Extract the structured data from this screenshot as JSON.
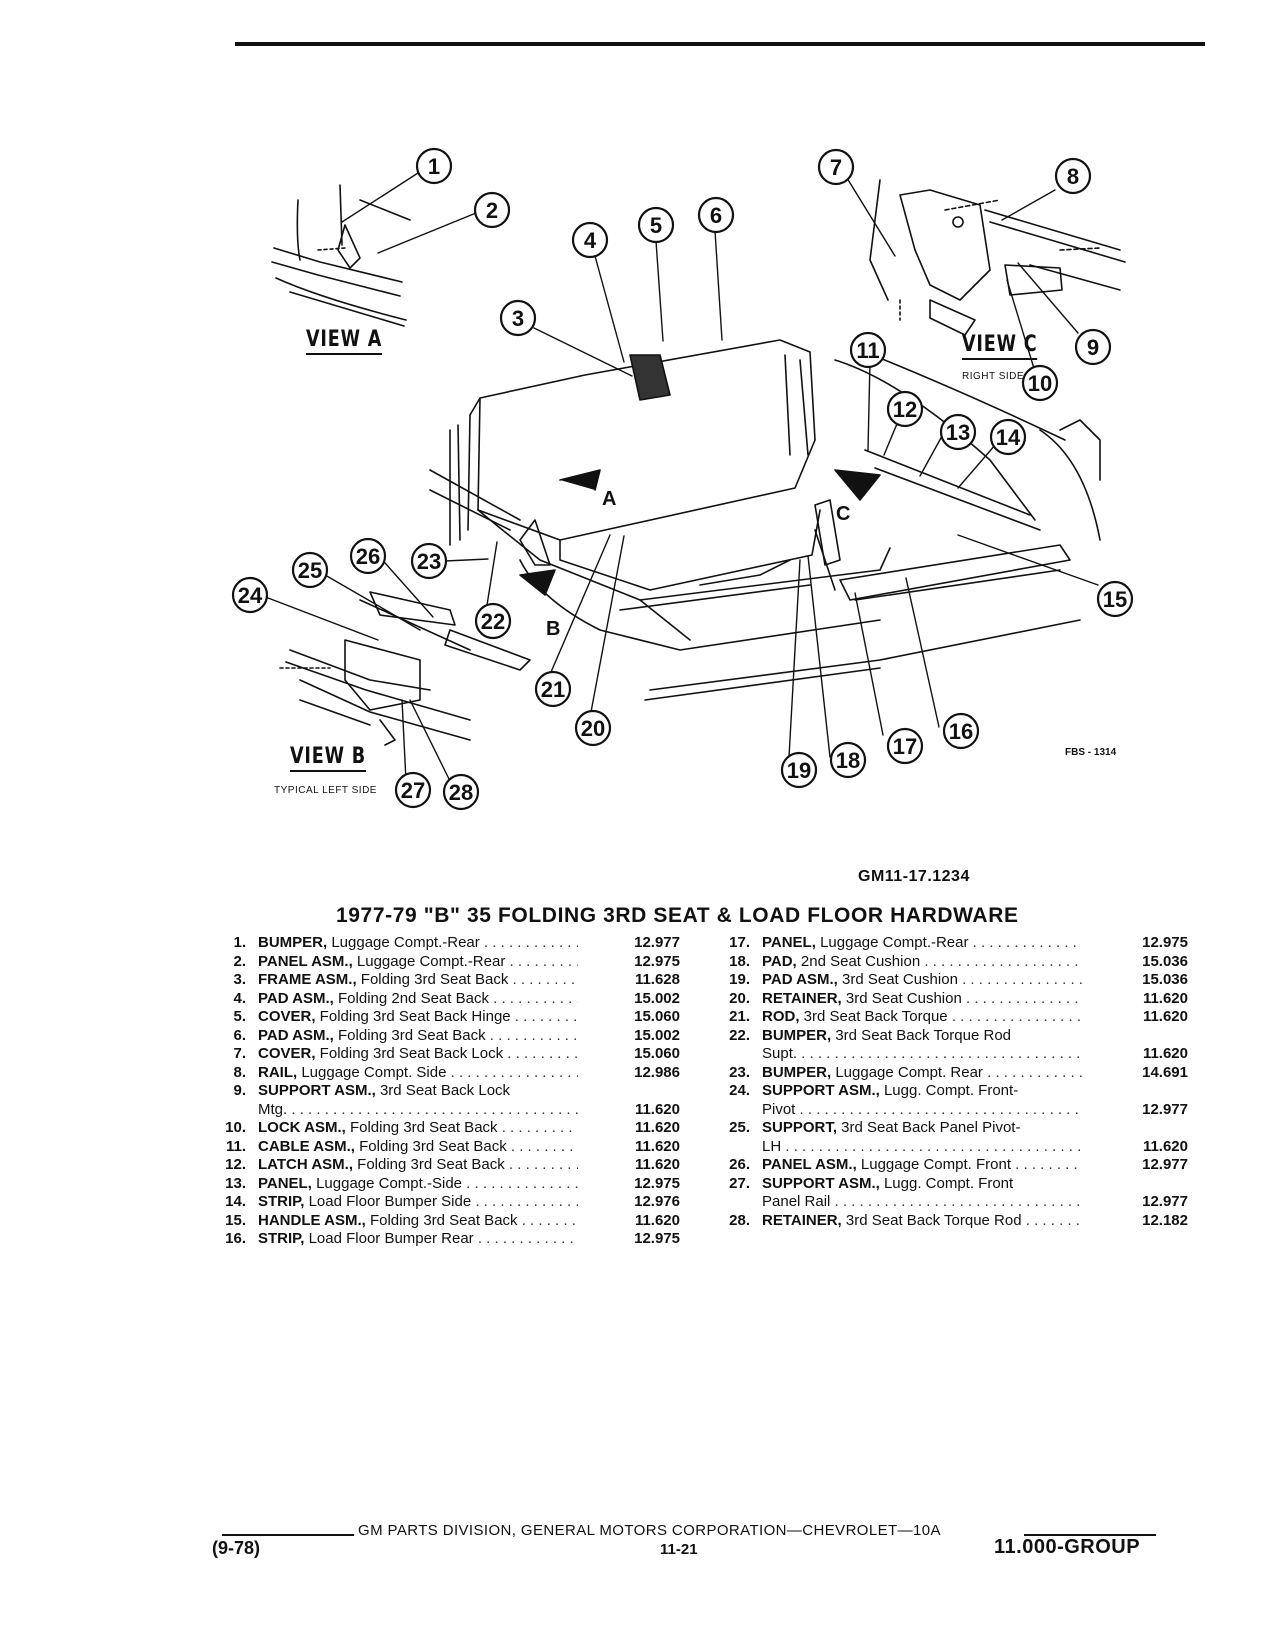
{
  "figure": {
    "views": [
      {
        "label": "VIEW A",
        "sub": ""
      },
      {
        "label": "VIEW B",
        "sub": "TYPICAL LEFT SIDE"
      },
      {
        "label": "VIEW C",
        "sub": "RIGHT SIDE"
      }
    ],
    "figure_code": "FBS - 1314",
    "callouts": [
      "1",
      "2",
      "3",
      "4",
      "5",
      "6",
      "7",
      "8",
      "9",
      "10",
      "11",
      "12",
      "13",
      "14",
      "15",
      "16",
      "17",
      "18",
      "19",
      "20",
      "21",
      "22",
      "23",
      "24",
      "25",
      "26",
      "27",
      "28"
    ],
    "arrow_letters": [
      "A",
      "B",
      "C"
    ]
  },
  "reference_code": "GM11-17.1234",
  "title": "1977-79 \"B\" 35 FOLDING 3RD SEAT & LOAD FLOOR HARDWARE",
  "parts_left": [
    {
      "num": "1.",
      "name": "BUMPER,",
      "desc": " Luggage Compt.-Rear",
      "ref": "12.977"
    },
    {
      "num": "2.",
      "name": "PANEL ASM.,",
      "desc": " Luggage Compt.-Rear",
      "ref": "12.975"
    },
    {
      "num": "3.",
      "name": "FRAME ASM.,",
      "desc": " Folding 3rd Seat Back",
      "ref": "11.628"
    },
    {
      "num": "4.",
      "name": "PAD ASM.,",
      "desc": " Folding 2nd Seat Back",
      "ref": "15.002"
    },
    {
      "num": "5.",
      "name": "COVER,",
      "desc": " Folding 3rd Seat Back Hinge",
      "ref": "15.060"
    },
    {
      "num": "6.",
      "name": "PAD ASM.,",
      "desc": " Folding 3rd Seat Back",
      "ref": "15.002"
    },
    {
      "num": "7.",
      "name": "COVER,",
      "desc": " Folding 3rd Seat Back Lock",
      "ref": "15.060"
    },
    {
      "num": "8.",
      "name": "RAIL,",
      "desc": " Luggage Compt. Side",
      "ref": "12.986"
    },
    {
      "num": "9.",
      "name": "SUPPORT ASM.,",
      "desc": " 3rd Seat Back Lock",
      "ref": ""
    },
    {
      "num": "",
      "name": "",
      "desc": "Mtg.",
      "ref": "11.620"
    },
    {
      "num": "10.",
      "name": "LOCK ASM.,",
      "desc": " Folding 3rd Seat Back",
      "ref": "11.620"
    },
    {
      "num": "11.",
      "name": "CABLE ASM.,",
      "desc": " Folding 3rd Seat Back",
      "ref": "11.620"
    },
    {
      "num": "12.",
      "name": "LATCH ASM.,",
      "desc": " Folding 3rd Seat Back",
      "ref": "11.620"
    },
    {
      "num": "13.",
      "name": "PANEL,",
      "desc": " Luggage Compt.-Side",
      "ref": "12.975"
    },
    {
      "num": "14.",
      "name": "STRIP,",
      "desc": " Load Floor Bumper Side",
      "ref": "12.976"
    },
    {
      "num": "15.",
      "name": "HANDLE ASM.,",
      "desc": " Folding 3rd Seat Back",
      "ref": "11.620"
    },
    {
      "num": "16.",
      "name": "STRIP,",
      "desc": " Load Floor Bumper Rear",
      "ref": "12.975"
    }
  ],
  "parts_right": [
    {
      "num": "17.",
      "name": "PANEL,",
      "desc": " Luggage Compt.-Rear",
      "ref": "12.975"
    },
    {
      "num": "18.",
      "name": "PAD,",
      "desc": " 2nd Seat Cushion",
      "ref": "15.036"
    },
    {
      "num": "19.",
      "name": "PAD ASM.,",
      "desc": " 3rd Seat Cushion",
      "ref": "15.036"
    },
    {
      "num": "20.",
      "name": "RETAINER,",
      "desc": " 3rd Seat Cushion",
      "ref": "11.620"
    },
    {
      "num": "21.",
      "name": "ROD,",
      "desc": " 3rd Seat Back Torque",
      "ref": "11.620"
    },
    {
      "num": "22.",
      "name": "BUMPER,",
      "desc": " 3rd Seat Back Torque Rod",
      "ref": ""
    },
    {
      "num": "",
      "name": "",
      "desc": "Supt.",
      "ref": "11.620"
    },
    {
      "num": "23.",
      "name": "BUMPER,",
      "desc": " Luggage Compt. Rear",
      "ref": "14.691"
    },
    {
      "num": "24.",
      "name": "SUPPORT ASM.,",
      "desc": " Lugg. Compt. Front-",
      "ref": ""
    },
    {
      "num": "",
      "name": "",
      "desc": "Pivot",
      "ref": "12.977"
    },
    {
      "num": "25.",
      "name": "SUPPORT,",
      "desc": " 3rd Seat Back Panel Pivot-",
      "ref": ""
    },
    {
      "num": "",
      "name": "",
      "desc": "LH",
      "ref": "11.620"
    },
    {
      "num": "26.",
      "name": "PANEL ASM.,",
      "desc": " Luggage Compt. Front",
      "ref": "12.977"
    },
    {
      "num": "27.",
      "name": "SUPPORT ASM.,",
      "desc": " Lugg. Compt. Front",
      "ref": ""
    },
    {
      "num": "",
      "name": "",
      "desc": "Panel Rail",
      "ref": "12.977"
    },
    {
      "num": "28.",
      "name": "RETAINER,",
      "desc": " 3rd Seat Back Torque Rod",
      "ref": "12.182"
    }
  ],
  "footer": {
    "text": "GM PARTS DIVISION, GENERAL MOTORS CORPORATION—CHEVROLET—10A",
    "date": "(9-78)",
    "page": "11-21",
    "group": "11.000-GROUP"
  }
}
